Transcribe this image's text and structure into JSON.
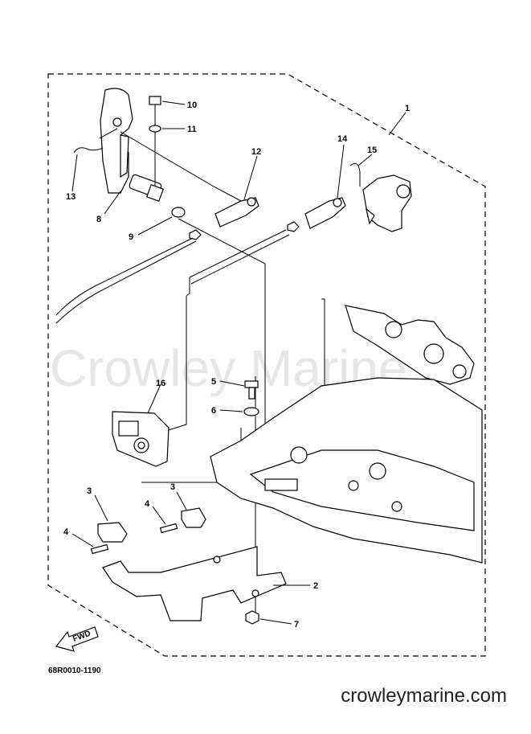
{
  "diagram": {
    "watermark": "Crowley Marine",
    "reference_code": "68R0010-1190",
    "fwd_label": "FWD",
    "site_text": "crowleymarine.com",
    "callouts": {
      "c1": "1",
      "c2": "2",
      "c3a": "3",
      "c3b": "3",
      "c4a": "4",
      "c4b": "4",
      "c5": "5",
      "c6": "6",
      "c7": "7",
      "c8": "8",
      "c9": "9",
      "c10": "10",
      "c11": "11",
      "c12": "12",
      "c13": "13",
      "c14": "14",
      "c15": "15",
      "c16": "16"
    }
  }
}
